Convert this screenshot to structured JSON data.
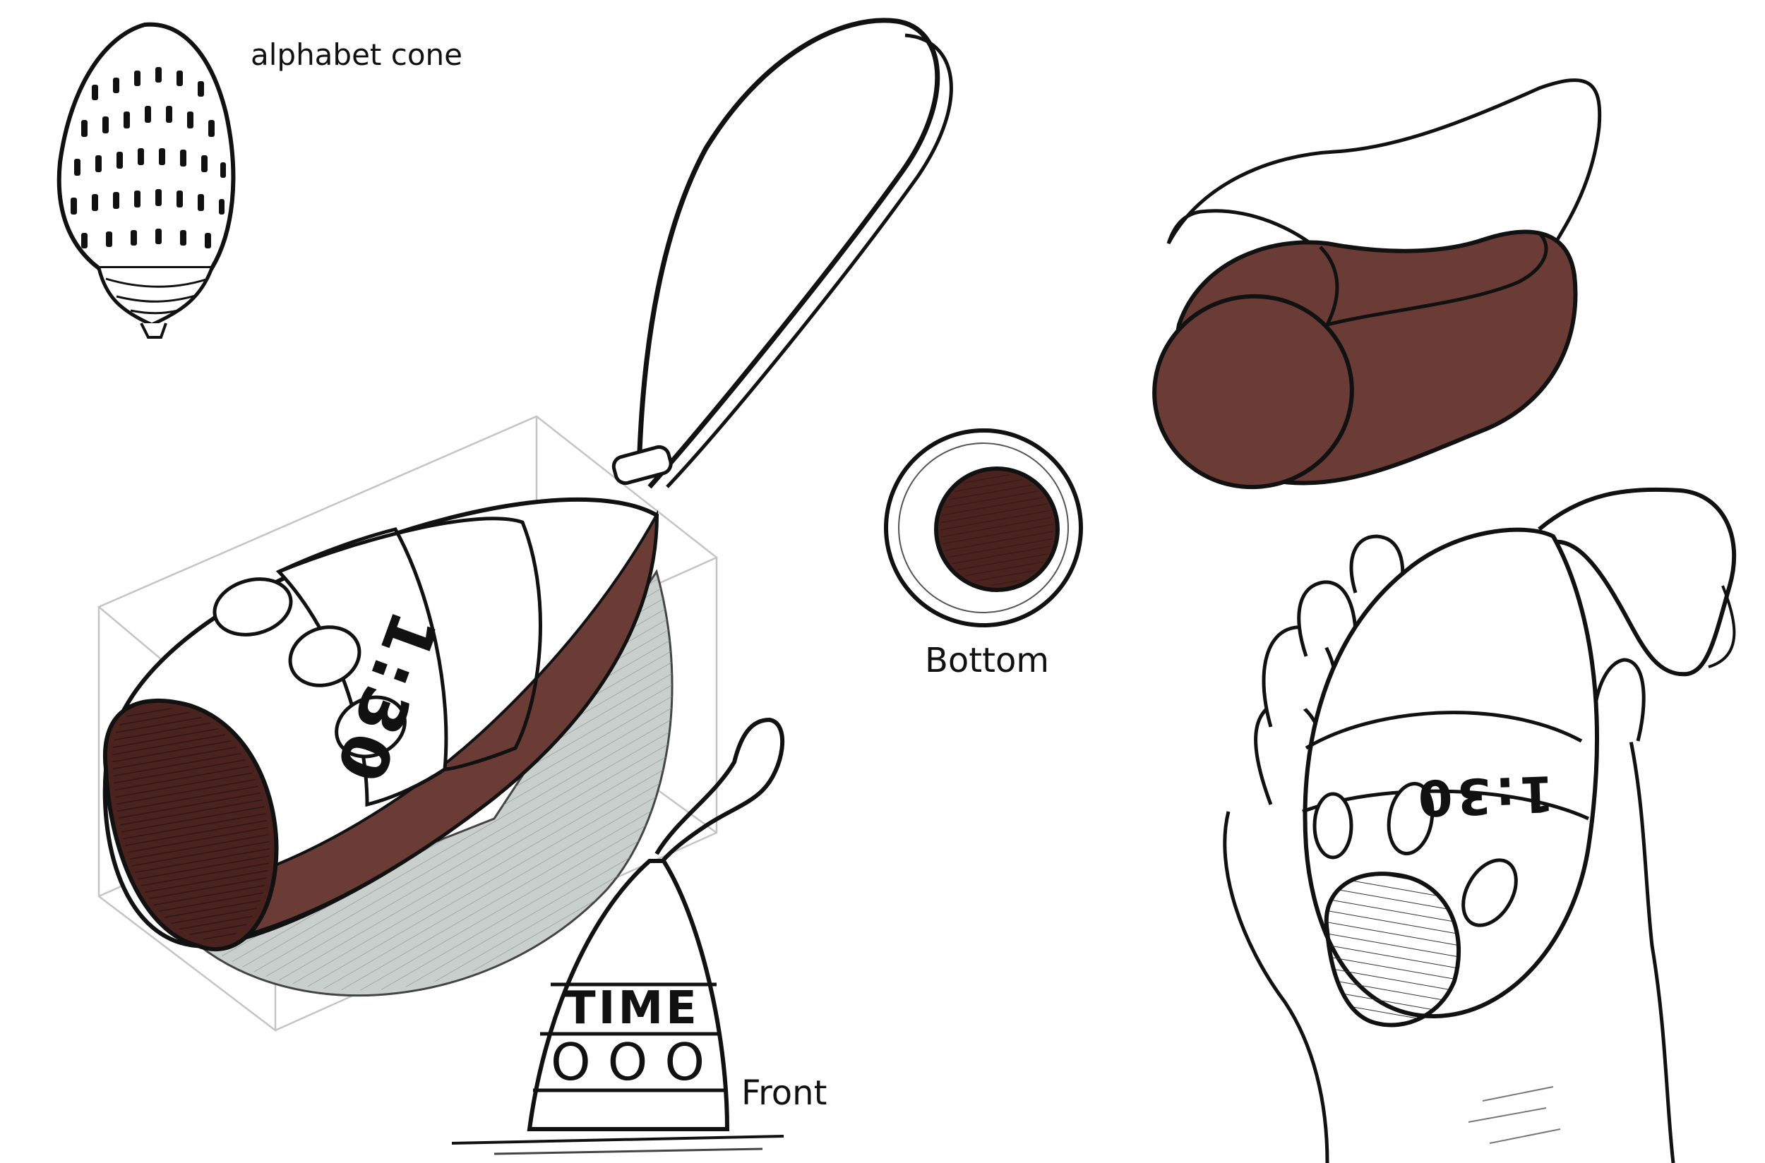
{
  "labels": {
    "shell": "alphabet cone",
    "bottom": "Bottom",
    "front": "Front",
    "front_display": "TIME",
    "front_buttons": "OOO"
  },
  "displays": {
    "main_device": "1:30",
    "held_device": "1:30"
  },
  "colors": {
    "ink": "#111111",
    "brown": "#6b3b36",
    "brown_dark": "#3e1f1c",
    "shadow_gray": "#c9cfcd",
    "pencil": "#c4c4c4",
    "paper": "#ffffff"
  }
}
